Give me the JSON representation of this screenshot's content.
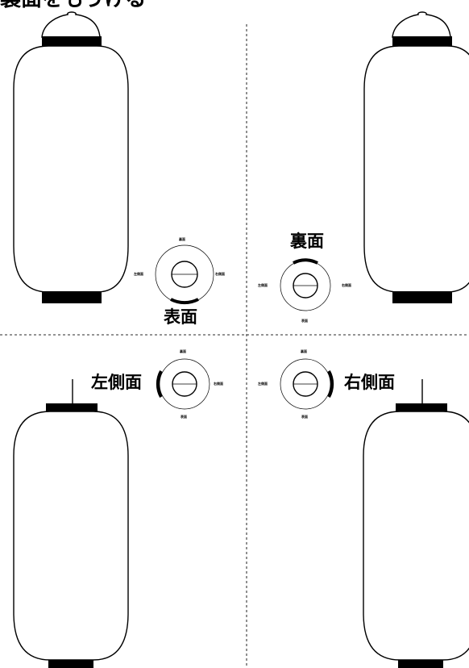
{
  "page": {
    "title_fragment": "裏面をもうける"
  },
  "dial_labels": {
    "front": "表面",
    "back": "裏面",
    "left": "左側面",
    "right": "右側面"
  },
  "panels": [
    {
      "highlighted_side": "front",
      "big_label": "表面"
    },
    {
      "highlighted_side": "back",
      "big_label": "裏面"
    },
    {
      "highlighted_side": "left",
      "big_label": "左側面"
    },
    {
      "highlighted_side": "right",
      "big_label": "右側面"
    }
  ],
  "colors": {
    "ink": "#000000",
    "paper": "#ffffff",
    "divider": "#555555"
  }
}
